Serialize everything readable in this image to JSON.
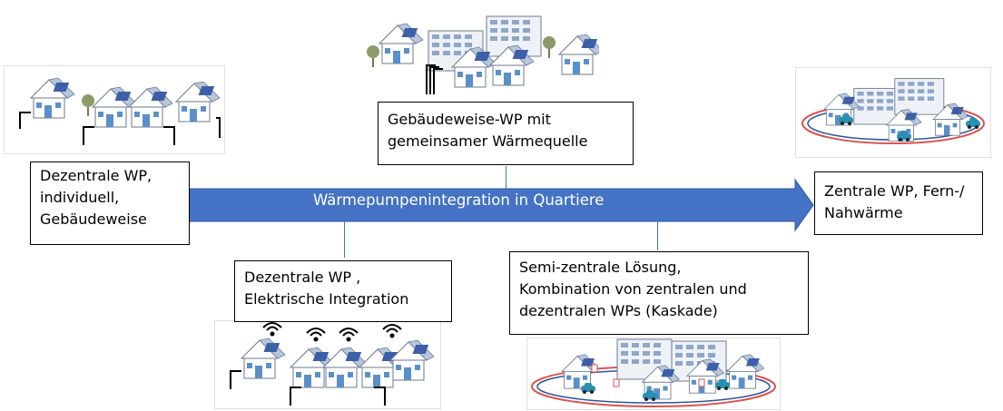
{
  "arrow": {
    "label": "Wärmepumpenintegration in Quartiere",
    "color": "#4472c4"
  },
  "boxes": {
    "decentral_individual": {
      "lines": [
        "Dezentrale WP,",
        "individuell,",
        "Gebäudeweise"
      ]
    },
    "building_common_source": {
      "lines": [
        "Gebäudeweise-WP mit",
        "gemeinsamer Wärmequelle"
      ]
    },
    "central": {
      "lines": [
        "Zentrale WP, Fern-/",
        "Nahwärme"
      ]
    },
    "decentral_electric": {
      "lines": [
        "Dezentrale WP ,",
        "Elektrische Integration"
      ]
    },
    "semi_central": {
      "lines": [
        "Semi-zentrale Lösung,",
        "Kombination von zentralen und",
        "dezentralen WPs (Kaskade)"
      ]
    }
  },
  "illustrations": [
    {
      "name": "detached-houses-with-ground-probes-illustration",
      "icon": "houses-icon"
    },
    {
      "name": "neighbourhood-with-shared-heat-source-illustration",
      "icon": "district-icon"
    },
    {
      "name": "central-district-heating-illustration",
      "icon": "district-heating-icon"
    },
    {
      "name": "smart-grid-houses-illustration",
      "icon": "wifi-icon"
    },
    {
      "name": "semi-central-cascade-illustration",
      "icon": "cascade-icon"
    }
  ],
  "colors": {
    "house_wall": "#ffffff",
    "house_outline": "#6b7a8f",
    "roof": "#b8c6dc",
    "solar_panel": "#3d5fa8",
    "door": "#5b8fc9",
    "tree": "#8d9b6a",
    "grid_ring_outer": "#d9534f",
    "grid_ring_inner": "#2f5597",
    "car": "#2b8fb3"
  }
}
